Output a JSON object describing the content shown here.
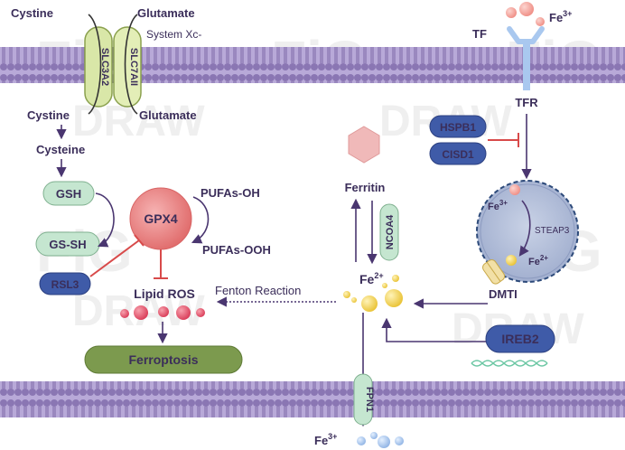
{
  "watermark": {
    "line1": "FiG",
    "line2": "DRAW"
  },
  "system_xc": {
    "label": "System Xc-",
    "transporter_a": "SLC3A2",
    "transporter_b": "SLC7AII",
    "cystine_out": "Cystine",
    "glutamate_out": "Glutamate",
    "cystine_in": "Cystine",
    "glutamate_in": "Glutamate"
  },
  "gsh_pathway": {
    "cysteine": "Cysteine",
    "gsh": "GSH",
    "gssh": "GS-SH",
    "gpx4": "GPX4",
    "pufas_oh": "PUFAs-OH",
    "pufas_ooh": "PUFAs-OOH",
    "rsl3": "RSL3",
    "lipid_ros": "Lipid ROS",
    "fenton": "Fenton Reaction",
    "ferroptosis": "Ferroptosis"
  },
  "iron_pathway": {
    "tf": "TF",
    "fe3_top": "Fe",
    "fe3_top_sup": "3+",
    "tfr": "TFR",
    "hspb1": "HSPB1",
    "cisd1": "CISD1",
    "endosome_fe3": "Fe",
    "endosome_fe3_sup": "3+",
    "steap3": "STEAP3",
    "endosome_fe2": "Fe",
    "endosome_fe2_sup": "2+",
    "dmti": "DMTI",
    "ferritin": "Ferritin",
    "ncoa4": "NCOA4",
    "fe2_pool": "Fe",
    "fe2_pool_sup": "2+",
    "ireb2": "IREB2",
    "fpn1": "FPN1",
    "fe3_bottom": "Fe",
    "fe3_bottom_sup": "3+"
  },
  "colors": {
    "membrane": "#8a76b3",
    "membrane_line": "#6d5a99",
    "arrow": "#4a3670",
    "inhibit": "#d84a4a",
    "gpx4_fill": "#ec8080",
    "green_pill": "#c5e6d0",
    "blue_pill": "#3f5ba8",
    "ferroptosis_fill": "#7c9a4e",
    "ferroptosis_text": "#e2573c",
    "ferritin_text": "#b5651d",
    "fe_text": "#b33a1a",
    "ros": "#e4566b",
    "fe2_ball": "#f2cf4a",
    "fe3_ball": "#a9c8ef",
    "tf_ball": "#f4a29a",
    "endosome": "#aebbd8"
  }
}
